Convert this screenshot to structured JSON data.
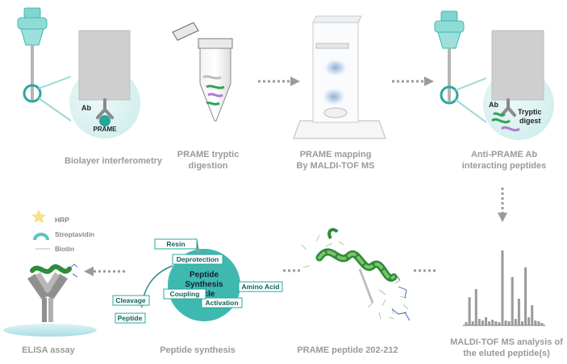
{
  "steps": {
    "bli": {
      "caption": "Biolayer interferometry",
      "ab_label": "Ab",
      "antigen_label": "PRAME"
    },
    "digestion": {
      "caption_line1": "PRAME tryptic",
      "caption_line2": "digestion"
    },
    "mapping": {
      "caption_line1": "PRAME mapping",
      "caption_line2": "By MALDI-TOF MS"
    },
    "interacting": {
      "caption_line1": "Anti-PRAME Ab",
      "caption_line2": "interacting peptides",
      "ab_label": "Ab",
      "digest_line1": "Tryptic",
      "digest_line2": "digest"
    },
    "maldi_analysis": {
      "caption_line1": "MALDI-TOF MS analysis of",
      "caption_line2": "the eluted peptide(s)"
    },
    "prame_peptide": {
      "caption": "PRAME peptide 202-212"
    },
    "synthesis": {
      "caption": "Peptide synthesis",
      "cycle_line1": "Peptide",
      "cycle_line2": "Synthesis",
      "cycle_line3": "Cycle",
      "resin": "Resin",
      "deprotection": "Deprotection",
      "amino_acid": "Amino Acid",
      "activation": "Activation",
      "coupling": "Coupling",
      "cleavage": "Cleavage",
      "peptide": "Peptide"
    },
    "elisa": {
      "caption": "ELISA assay",
      "legend_hrp": "HRP",
      "legend_streptavidin": "Streptavidin",
      "legend_biotin": "Biotin"
    }
  },
  "colors": {
    "teal": "#3fb8b0",
    "teal_dark": "#1f8f88",
    "teal_light": "#c8ecea",
    "caption_gray": "#9a9a9a",
    "arrow_gray": "#9a9a9a",
    "ab_gray": "#8a8a8a",
    "peptide_green": "#2ea35a",
    "peptide_purple": "#b07ad0"
  },
  "spectrum_peaks": [
    0.04,
    0.35,
    0.05,
    0.45,
    0.08,
    0.06,
    0.1,
    0.05,
    0.07,
    0.05,
    0.04,
    0.93,
    0.06,
    0.05,
    0.6,
    0.08,
    0.33,
    0.05,
    0.72,
    0.1,
    0.25,
    0.06,
    0.05,
    0.03
  ]
}
